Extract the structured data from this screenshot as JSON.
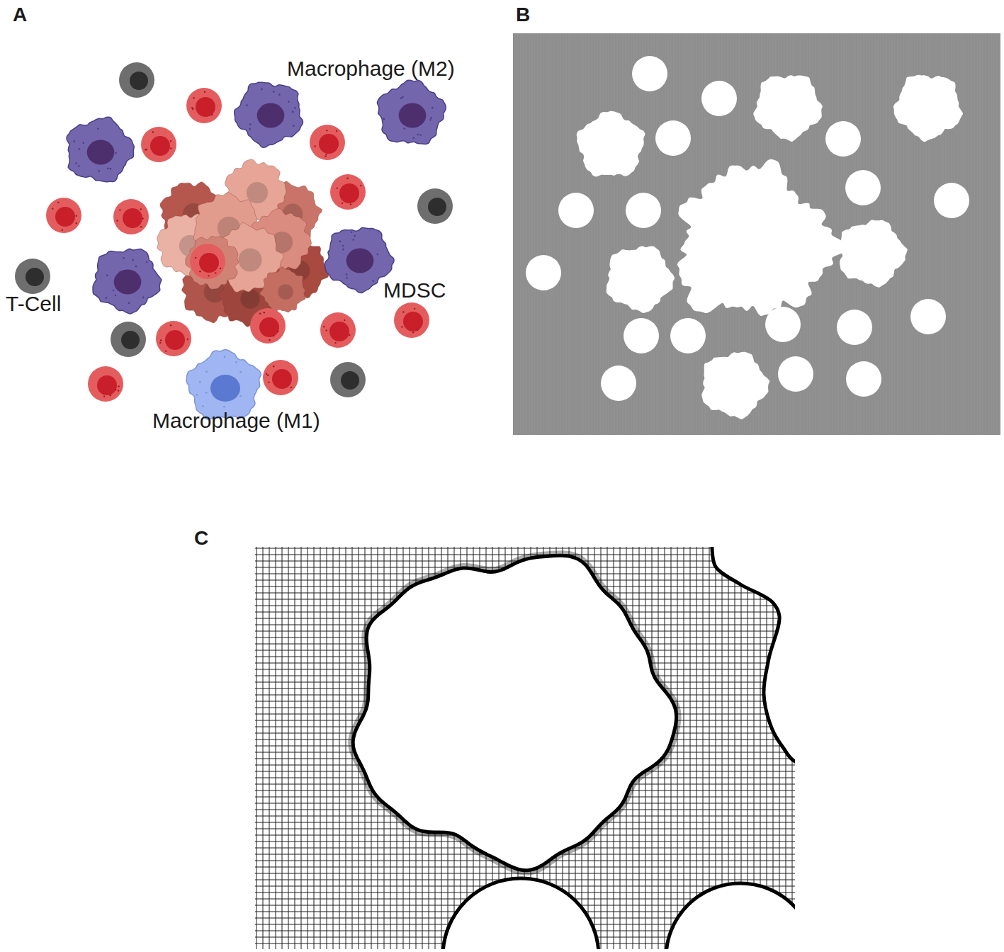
{
  "diagram": {
    "labels": [
      "A",
      "B",
      "Macrophage (M2)",
      "MDSC",
      "T-Cell",
      "Macrophage (M1)",
      "C"
    ]
  }
}
